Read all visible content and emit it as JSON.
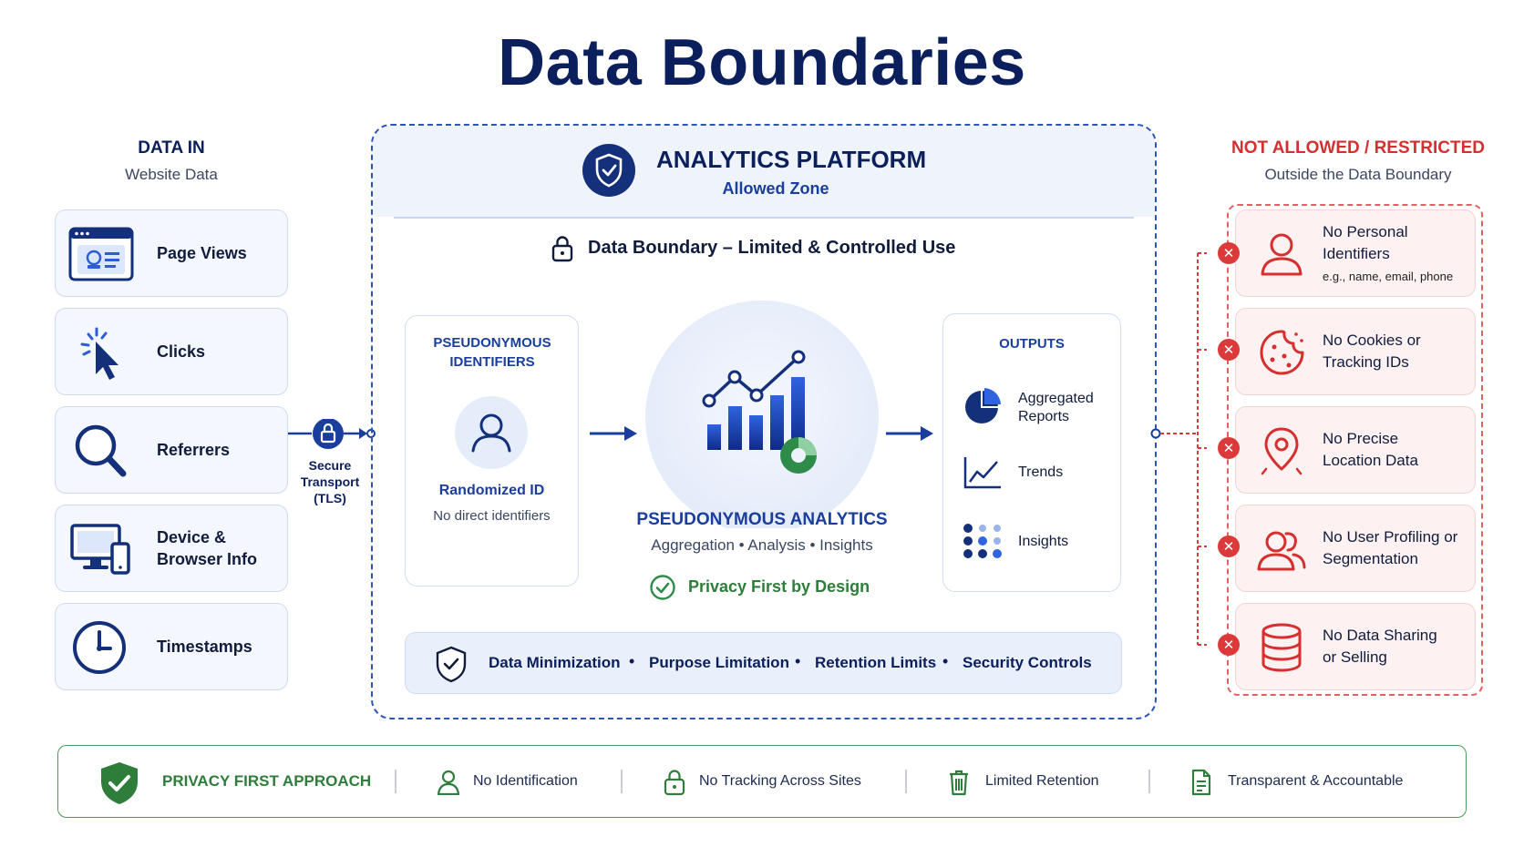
{
  "title": "Data Boundaries",
  "data_in": {
    "heading": "DATA IN",
    "subheading": "Website Data",
    "items": [
      {
        "label": "Page Views",
        "icon": "browser-window-icon"
      },
      {
        "label": "Clicks",
        "icon": "cursor-click-icon"
      },
      {
        "label": "Referrers",
        "icon": "magnifier-icon"
      },
      {
        "label": "Device & Browser Info",
        "icon": "devices-icon"
      },
      {
        "label": "Timestamps",
        "icon": "clock-icon"
      }
    ],
    "transport_label": "Secure Transport (TLS)"
  },
  "platform": {
    "title": "ANALYTICS PLATFORM",
    "subtitle": "Allowed Zone",
    "boundary_label": "Data Boundary – Limited & Controlled Use",
    "identifiers": {
      "heading": "PSEUDONYMOUS IDENTIFIERS",
      "label": "Randomized ID",
      "sub": "No direct identifiers"
    },
    "center": {
      "title": "PSEUDONYMOUS ANALYTICS",
      "sub": "Aggregation • Analysis • Insights",
      "badge": "Privacy First by Design"
    },
    "outputs": {
      "heading": "OUTPUTS",
      "items": [
        {
          "label": "Aggregated Reports",
          "icon": "pie-chart-icon"
        },
        {
          "label": "Trends",
          "icon": "trend-line-icon"
        },
        {
          "label": "Insights",
          "icon": "dots-grid-icon"
        }
      ]
    },
    "principles": [
      "Data Minimization",
      "Purpose Limitation",
      "Retention Limits",
      "Security Controls"
    ]
  },
  "restricted": {
    "heading": "NOT ALLOWED / RESTRICTED",
    "subheading": "Outside the Data Boundary",
    "items": [
      {
        "label": "No Personal Identifiers",
        "sub": "e.g., name, email, phone",
        "icon": "person-icon"
      },
      {
        "label": "No Cookies or Tracking IDs",
        "sub": "",
        "icon": "cookie-icon"
      },
      {
        "label": "No Precise Location Data",
        "sub": "",
        "icon": "location-pin-icon"
      },
      {
        "label": "No User Profiling or Segmentation",
        "sub": "",
        "icon": "users-icon"
      },
      {
        "label": "No Data Sharing or Selling",
        "sub": "",
        "icon": "database-icon"
      }
    ]
  },
  "footer": {
    "heading": "PRIVACY FIRST APPROACH",
    "items": [
      "No Identification",
      "No Tracking Across Sites",
      "Limited Retention",
      "Transparent & Accountable"
    ]
  },
  "colors": {
    "navy": "#0b1f5c",
    "blue": "#1a3e9e",
    "red": "#dc3a3a",
    "green": "#2e7d3a"
  }
}
